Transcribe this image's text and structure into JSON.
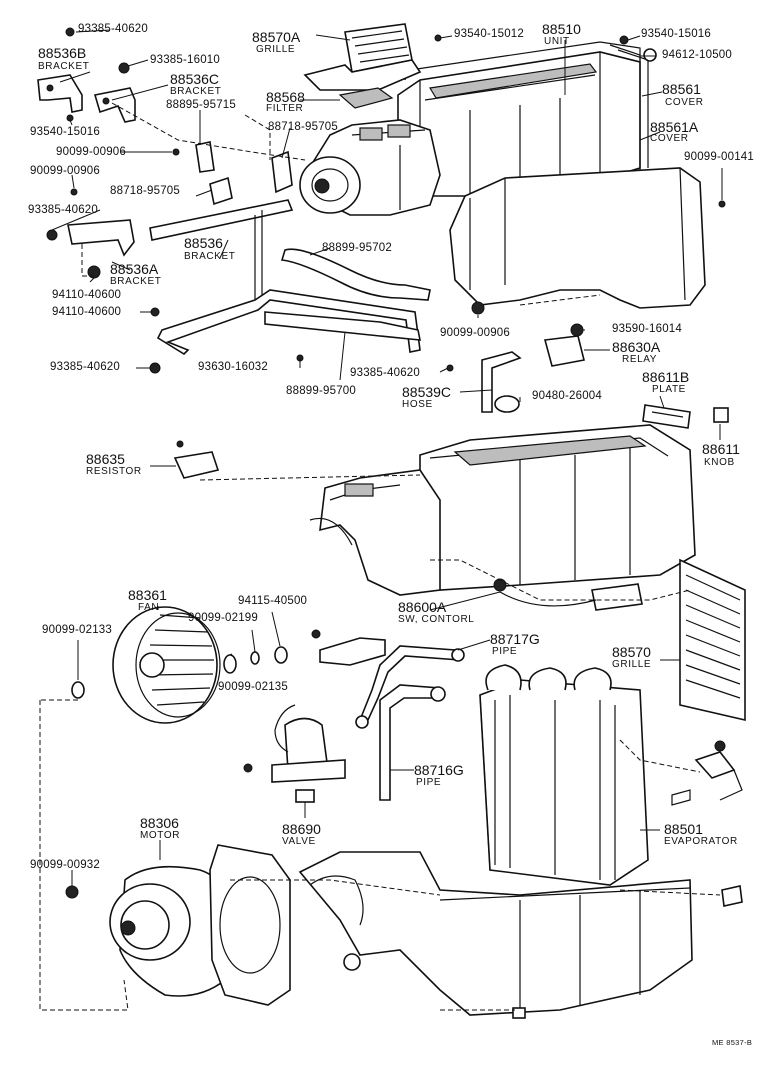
{
  "diagram": {
    "callouts": [
      {
        "id": "c1",
        "text": "93385-40620"
      },
      {
        "id": "c2",
        "text": "88536B"
      },
      {
        "id": "c3",
        "text": "BRACKET"
      },
      {
        "id": "c4",
        "text": "93385-16010"
      },
      {
        "id": "c5",
        "text": "88536C"
      },
      {
        "id": "c6",
        "text": "BRACKET"
      },
      {
        "id": "c7",
        "text": "88895-95715"
      },
      {
        "id": "c8",
        "text": "93540-15016"
      },
      {
        "id": "c9",
        "text": "90099-00906"
      },
      {
        "id": "c10",
        "text": "90099-00906"
      },
      {
        "id": "c11",
        "text": "88718-95705"
      },
      {
        "id": "c12",
        "text": "93385-40620"
      },
      {
        "id": "c13",
        "text": "88536A"
      },
      {
        "id": "c14",
        "text": "BRACKET"
      },
      {
        "id": "c15",
        "text": "94110-40600"
      },
      {
        "id": "c16",
        "text": "94110-40600"
      },
      {
        "id": "c17",
        "text": "93385-40620"
      },
      {
        "id": "c18",
        "text": "88570A"
      },
      {
        "id": "c19",
        "text": "GRILLE"
      },
      {
        "id": "c20",
        "text": "88568"
      },
      {
        "id": "c21",
        "text": "FILTER"
      },
      {
        "id": "c22",
        "text": "88718-95705"
      },
      {
        "id": "c23",
        "text": "88536"
      },
      {
        "id": "c24",
        "text": "BRACKET"
      },
      {
        "id": "c25",
        "text": "88899-95702"
      },
      {
        "id": "c26",
        "text": "93630-16032"
      },
      {
        "id": "c27",
        "text": "88899-95700"
      },
      {
        "id": "c28",
        "text": "93540-15012"
      },
      {
        "id": "c29",
        "text": "88510"
      },
      {
        "id": "c30",
        "text": "UNIT"
      },
      {
        "id": "c31",
        "text": "93540-15016"
      },
      {
        "id": "c32",
        "text": "94612-10500"
      },
      {
        "id": "c33",
        "text": "88561"
      },
      {
        "id": "c34",
        "text": "COVER"
      },
      {
        "id": "c35",
        "text": "88561A"
      },
      {
        "id": "c36",
        "text": "COVER"
      },
      {
        "id": "c37",
        "text": "90099-00141"
      },
      {
        "id": "c38",
        "text": "90099-00906"
      },
      {
        "id": "c39",
        "text": "93590-16014"
      },
      {
        "id": "c40",
        "text": "88630A"
      },
      {
        "id": "c41",
        "text": "RELAY"
      },
      {
        "id": "c42",
        "text": "93385-40620"
      },
      {
        "id": "c43",
        "text": "88539C"
      },
      {
        "id": "c44",
        "text": "HOSE"
      },
      {
        "id": "c45",
        "text": "90480-26004"
      },
      {
        "id": "c46",
        "text": "88611B"
      },
      {
        "id": "c47",
        "text": "PLATE"
      },
      {
        "id": "c48",
        "text": "88611"
      },
      {
        "id": "c49",
        "text": "KNOB"
      },
      {
        "id": "c50",
        "text": "88635"
      },
      {
        "id": "c51",
        "text": "RESISTOR"
      },
      {
        "id": "c52",
        "text": "88600A"
      },
      {
        "id": "c53",
        "text": "SW, CONTORL"
      },
      {
        "id": "c54",
        "text": "88361"
      },
      {
        "id": "c55",
        "text": "FAN"
      },
      {
        "id": "c56",
        "text": "90099-02133"
      },
      {
        "id": "c57",
        "text": "90099-02199"
      },
      {
        "id": "c58",
        "text": "94115-40500"
      },
      {
        "id": "c59",
        "text": "90099-02135"
      },
      {
        "id": "c60",
        "text": "88717G"
      },
      {
        "id": "c61",
        "text": "PIPE"
      },
      {
        "id": "c62",
        "text": "88570"
      },
      {
        "id": "c63",
        "text": "GRILLE"
      },
      {
        "id": "c64",
        "text": "88716G"
      },
      {
        "id": "c65",
        "text": "PIPE"
      },
      {
        "id": "c66",
        "text": "88690"
      },
      {
        "id": "c67",
        "text": "VALVE"
      },
      {
        "id": "c68",
        "text": "88306"
      },
      {
        "id": "c69",
        "text": "MOTOR"
      },
      {
        "id": "c70",
        "text": "90099-00932"
      },
      {
        "id": "c71",
        "text": "88501"
      },
      {
        "id": "c72",
        "text": "EVAPORATOR"
      }
    ],
    "footer": "ME 8537-B"
  }
}
